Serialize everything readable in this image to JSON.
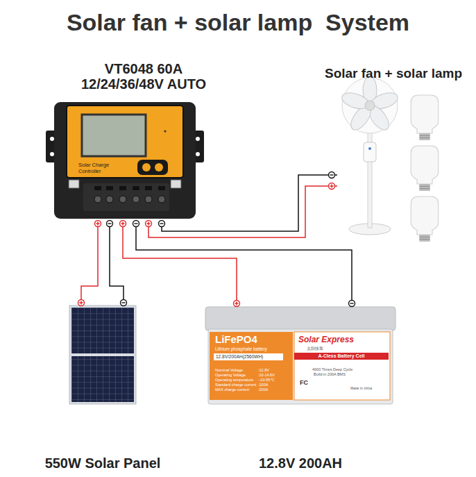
{
  "diagram": {
    "title": "Solar fan + solar lamp  System",
    "nodes": [
      {
        "text": [
          "VT6048 60A 12/24/36/48V AUTO",
          "Solar Charge Controller"
        ]
      },
      {
        "text": [
          "Solar fan + solar lamp"
        ]
      },
      {
        "text": [
          "550W Solar Panel"
        ]
      },
      {
        "text": [
          "LiFePO4",
          "Lithium phosphate battery",
          "12.8V/200AH(2560WH)",
          "Nominal Voltage",
          ":12.8V",
          "Operating Voltage",
          ":10-14.6V",
          "Operating temperature",
          ":-20-55℃",
          "Standard charge current",
          ":100A",
          "MAX charge current",
          ":200A",
          "Solar Express",
          "太阳快车",
          "A-Cless Battery Cell",
          "4000 Times Deep Cycle",
          "Build-in 200A BMS",
          "FC",
          "Made in china",
          "12.8V 200AH"
        ]
      }
    ],
    "edges": [
      {
        "from": 0,
        "to": 2,
        "arrow": "none"
      },
      {
        "from": 0,
        "to": 2,
        "arrow": "none"
      },
      {
        "from": 0,
        "to": 3,
        "arrow": "none"
      },
      {
        "from": 0,
        "to": 3,
        "arrow": "none"
      },
      {
        "from": 0,
        "to": 1,
        "arrow": "none"
      },
      {
        "from": 0,
        "to": 1,
        "arrow": "none"
      }
    ]
  }
}
